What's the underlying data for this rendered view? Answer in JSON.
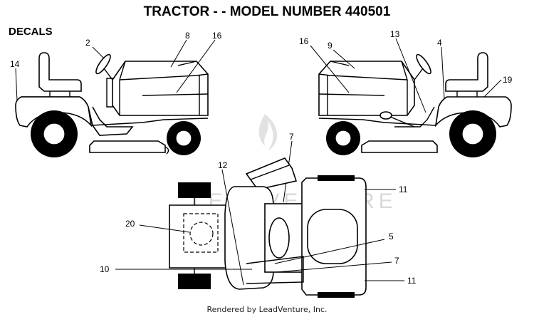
{
  "title": "TRACTOR - - MODEL NUMBER 440501",
  "section": "DECALS",
  "footer": "Rendered by LeadVenture, Inc.",
  "watermark": "LEADVENTURE",
  "callouts": {
    "left_view": [
      "14",
      "2",
      "8",
      "16"
    ],
    "right_view": [
      "16",
      "9",
      "13",
      "4",
      "19",
      "7"
    ],
    "top_view": [
      "12",
      "20",
      "10",
      "5",
      "7",
      "11",
      "11"
    ]
  }
}
